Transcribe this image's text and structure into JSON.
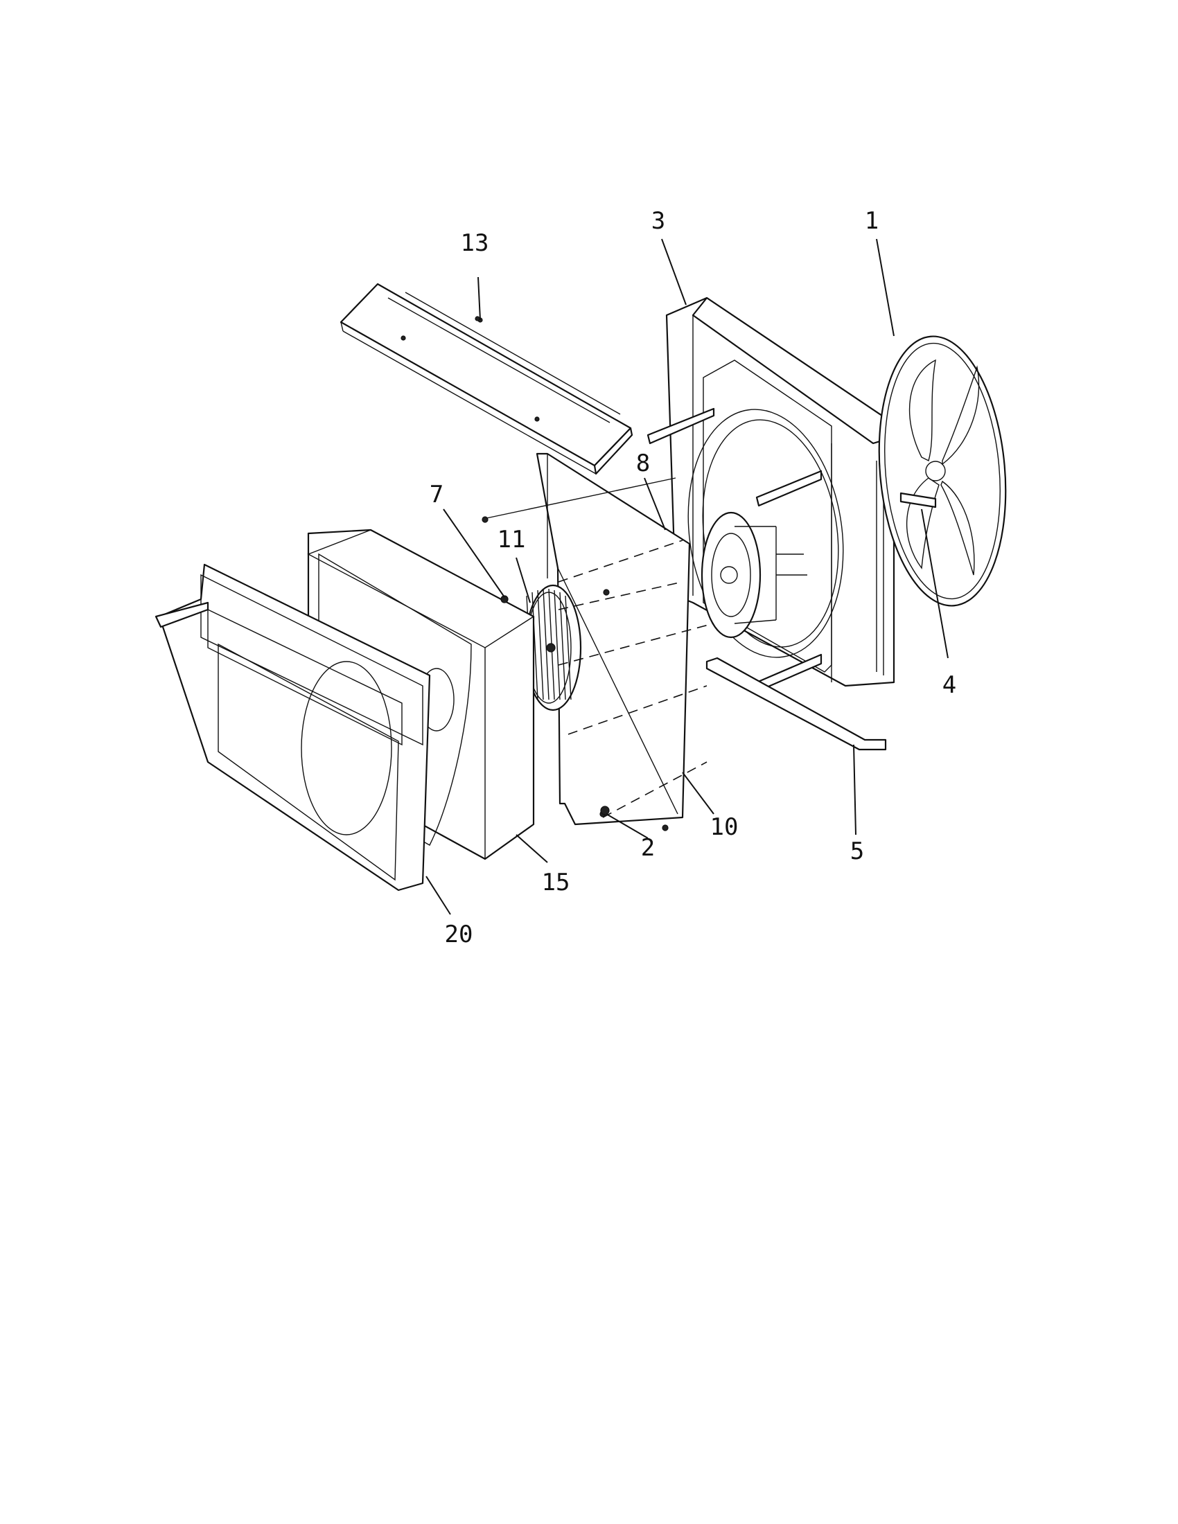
{
  "diagram": {
    "type": "exploded-parts-view",
    "colors": {
      "line": "#111111",
      "background": "#ffffff"
    },
    "callouts": [
      {
        "id": "1",
        "label": "1"
      },
      {
        "id": "2",
        "label": "2"
      },
      {
        "id": "3",
        "label": "3"
      },
      {
        "id": "4",
        "label": "4"
      },
      {
        "id": "5",
        "label": "5"
      },
      {
        "id": "7",
        "label": "7"
      },
      {
        "id": "8",
        "label": "8"
      },
      {
        "id": "10",
        "label": "10"
      },
      {
        "id": "11",
        "label": "11"
      },
      {
        "id": "13",
        "label": "13"
      },
      {
        "id": "15",
        "label": "15"
      },
      {
        "id": "20",
        "label": "20"
      }
    ]
  }
}
